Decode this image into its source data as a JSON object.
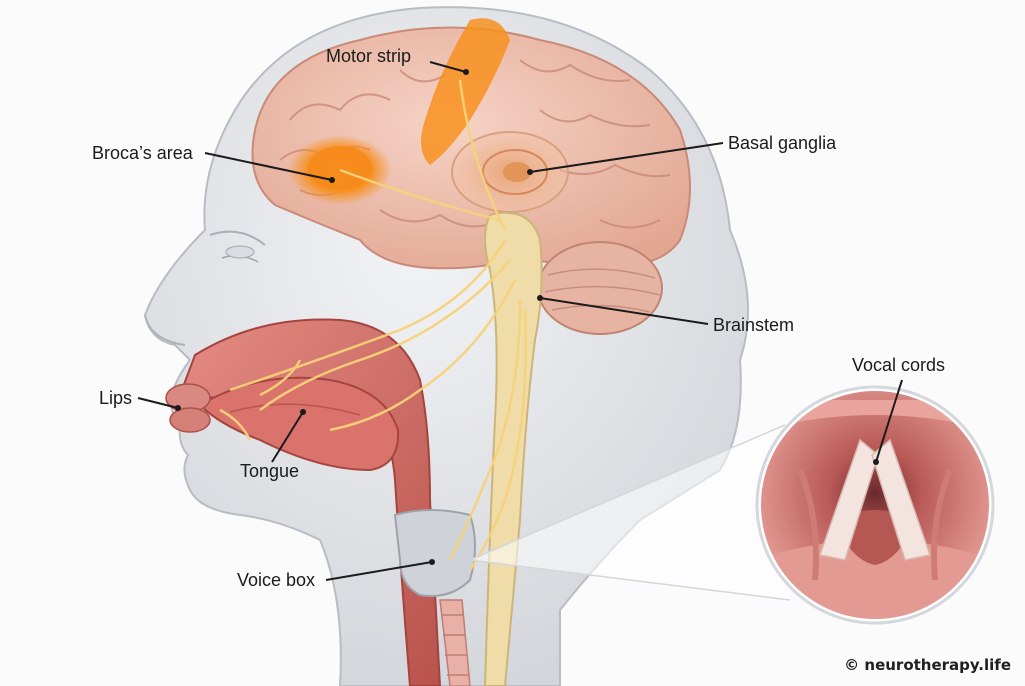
{
  "labels": {
    "motor_strip": "Motor strip",
    "brocas_area": "Broca’s area",
    "basal_ganglia": "Basal ganglia",
    "brainstem": "Brainstem",
    "vocal_cords": "Vocal cords",
    "lips": "Lips",
    "tongue": "Tongue",
    "voice_box": "Voice box"
  },
  "credit": "© neurotherapy.life",
  "colors": {
    "skin": "#e4e6e9",
    "brain": "#f0c2b2",
    "highlight": "#f7901e",
    "nerve": "#f5d98a",
    "tissue": "#d8706a",
    "cartilage": "#cfd3d9"
  }
}
